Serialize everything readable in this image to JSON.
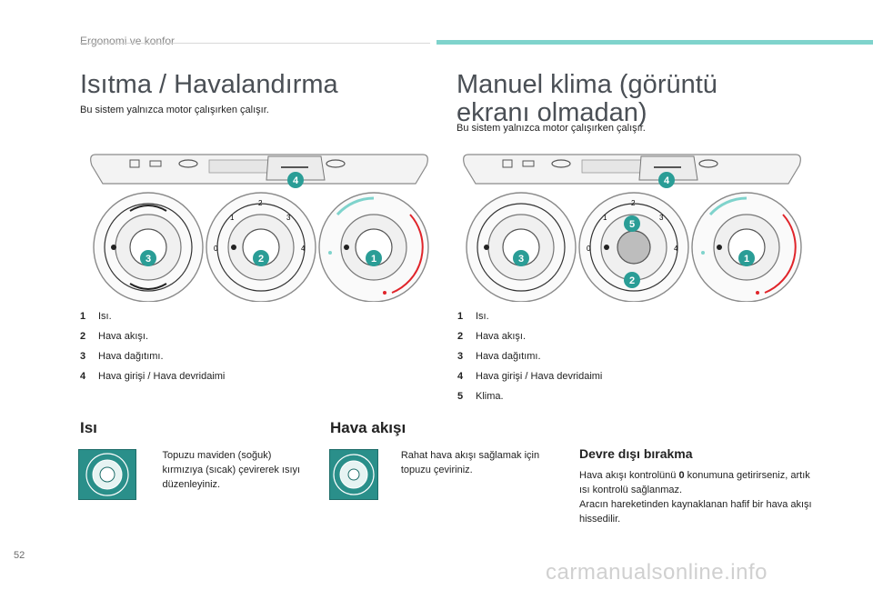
{
  "header": {
    "section": "Ergonomi ve konfor"
  },
  "left": {
    "title": "Isıtma / Havalandırma",
    "note": "Bu sistem yalnızca motor çalışırken çalışır.",
    "legend": [
      {
        "num": "1",
        "text": "Isı."
      },
      {
        "num": "2",
        "text": "Hava akışı."
      },
      {
        "num": "3",
        "text": "Hava dağıtımı."
      },
      {
        "num": "4",
        "text": "Hava girişi / Hava devridaimi"
      }
    ],
    "callouts": [
      "4",
      "3",
      "2",
      "1"
    ],
    "dial_ticks": [
      "0",
      "1",
      "2",
      "3",
      "4"
    ]
  },
  "right": {
    "title_line1": "Manuel klima (görüntü",
    "title_line2": "ekranı olmadan)",
    "note": "Bu sistem yalnızca motor çalışırken çalışır.",
    "legend": [
      {
        "num": "1",
        "text": "Isı."
      },
      {
        "num": "2",
        "text": "Hava akışı."
      },
      {
        "num": "3",
        "text": "Hava dağıtımı."
      },
      {
        "num": "4",
        "text": "Hava girişi / Hava devridaimi"
      },
      {
        "num": "5",
        "text": "Klima."
      }
    ],
    "callouts": [
      "4",
      "5",
      "3",
      "1",
      "2"
    ],
    "dial_ticks": [
      "0",
      "1",
      "2",
      "3",
      "4"
    ]
  },
  "isi": {
    "heading": "Isı",
    "bullet_glyph": "",
    "text": "Topuzu maviden (soğuk) kırmızıya (sıcak) çevirerek ısıyı düzenleyiniz."
  },
  "hava_akisi": {
    "heading": "Hava akışı",
    "bullet_glyph": "",
    "text": "Rahat hava akışı sağlamak için topuzu çeviriniz."
  },
  "devre_disi": {
    "heading": "Devre dışı bırakma",
    "text_part1": "Hava akışı kontrolünü ",
    "text_bold": "0",
    "text_part2": " konumuna getirirseniz, artık ısı kontrolü sağlanmaz.",
    "text2": "Aracın hareketinden kaynaklanan hafif bir hava akışı hissedilir."
  },
  "footer": {
    "page": "52",
    "watermark": "carmanualsonline.info"
  },
  "colors": {
    "accent": "#2a9d96",
    "cold": "#7fd3cc",
    "hot": "#e0242a",
    "callout": "#2a9d96"
  }
}
